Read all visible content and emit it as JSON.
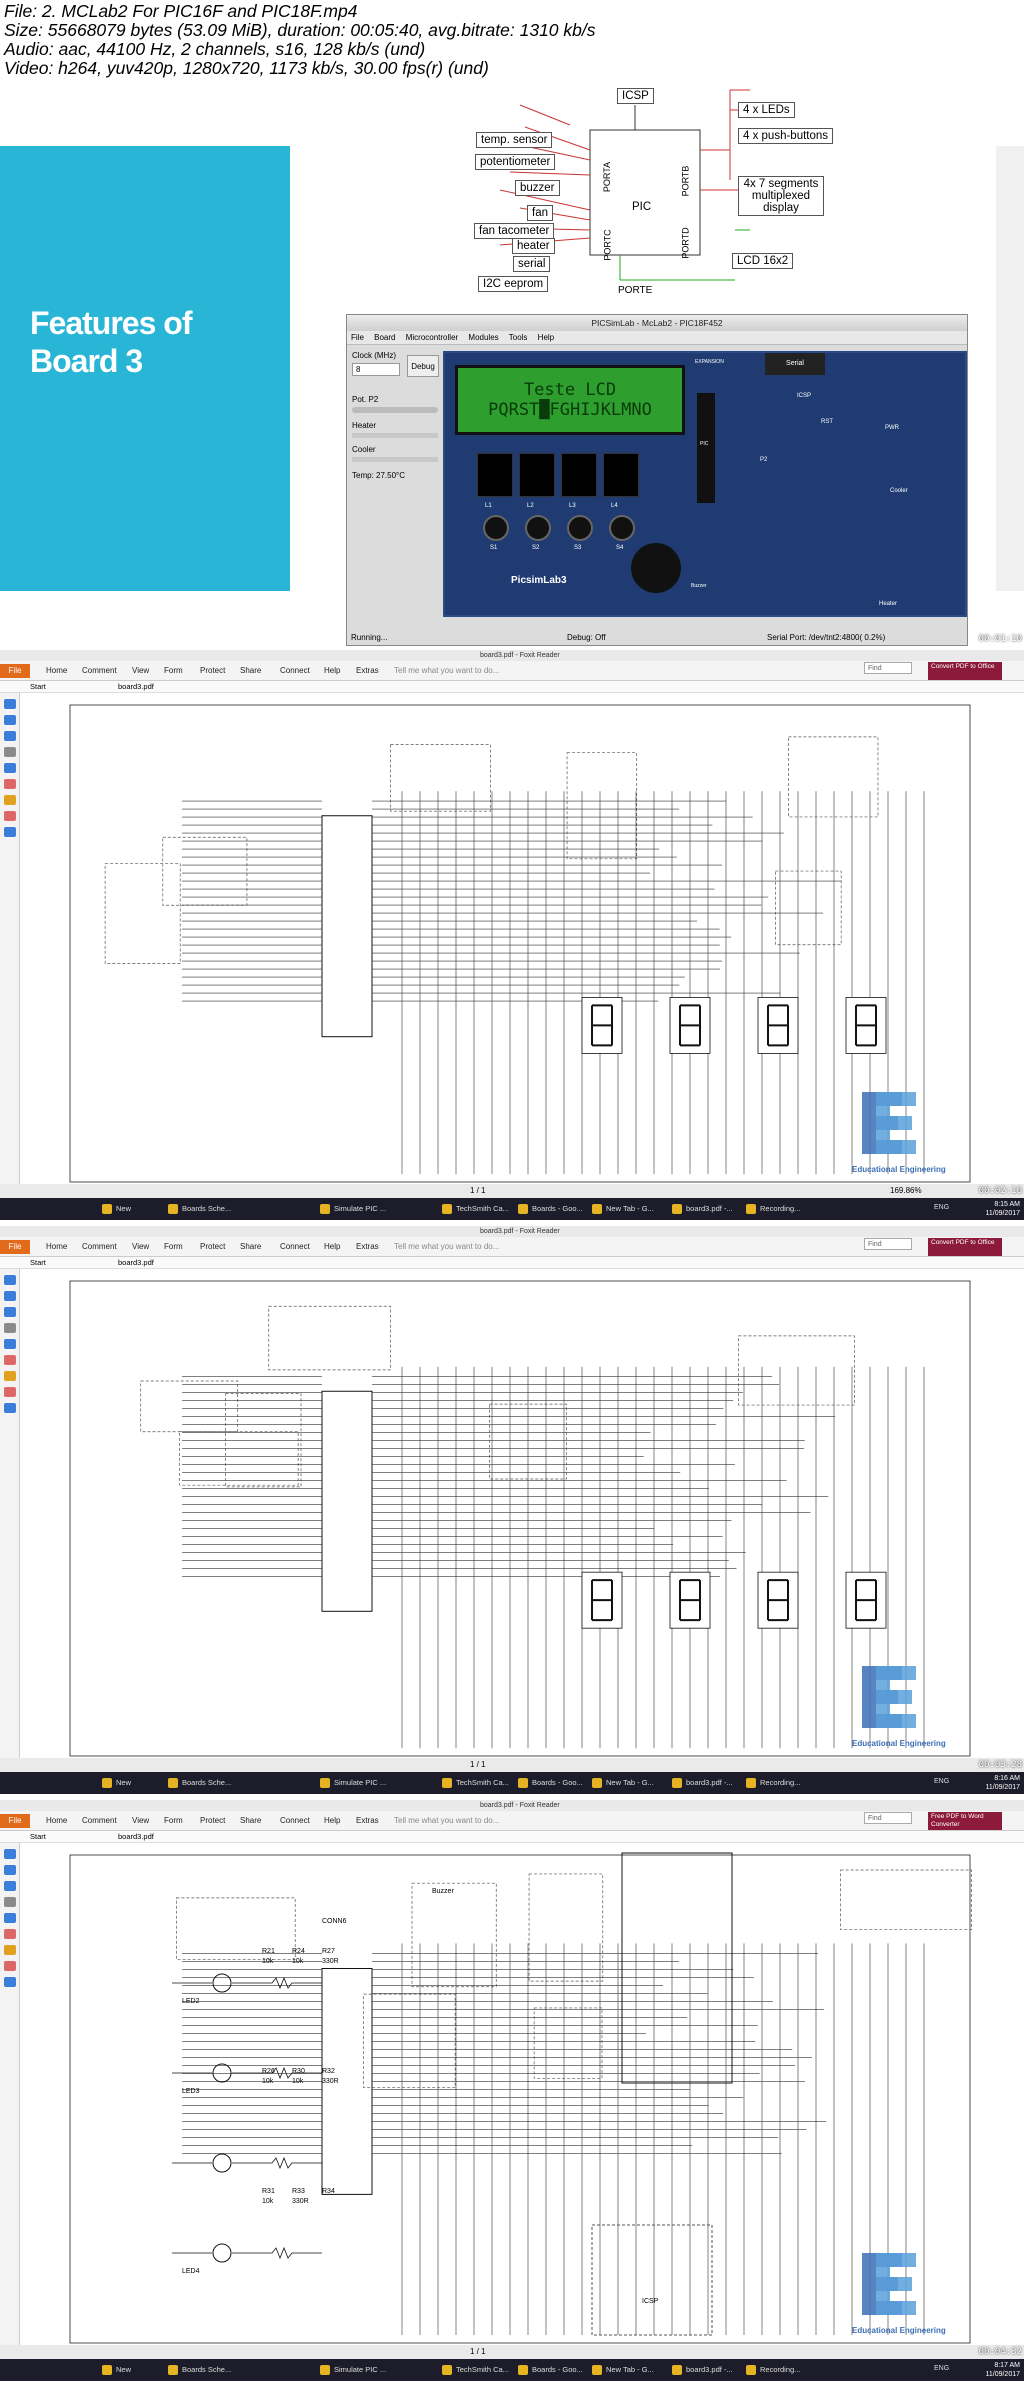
{
  "meta": {
    "line1": "File: 2. MCLab2 For PIC16F and PIC18F.mp4",
    "line2": "Size: 55668079 bytes (53.09 MiB), duration: 00:05:40, avg.bitrate: 1310 kb/s",
    "line3": "Audio: aac, 44100 Hz, 2 channels, s16, 128 kb/s (und)",
    "line4": "Video: h264, yuv420p, 1280x720, 1173 kb/s, 30.00 fps(r) (und)"
  },
  "slide": {
    "title_line1": "Features of",
    "title_line2": "Board 3",
    "diagram": {
      "icsp": "ICSP",
      "pic": "PIC",
      "porta": "PORTA",
      "portb": "PORTB",
      "portc": "PORTC",
      "portd": "PORTD",
      "porte": "PORTE",
      "left_items": [
        "temp. sensor",
        "potentiometer",
        "buzzer",
        "fan",
        "fan tacometer",
        "heater",
        "serial",
        "I2C eeprom"
      ],
      "right_items": [
        "4 x LEDs",
        "4 x push-buttons",
        "4x 7 segments multiplexed display",
        "LCD 16x2"
      ]
    },
    "simulator": {
      "title": "PICSimLab - McLab2 - PIC18F452",
      "menu": [
        "File",
        "Board",
        "Microcontroller",
        "Modules",
        "Tools",
        "Help"
      ],
      "clock_label": "Clock (MHz)",
      "clock_value": "8",
      "debug_button": "Debug",
      "pot_label": "Pot. P2",
      "heater_label": "Heater",
      "cooler_label": "Cooler",
      "temp": "Temp: 27.50°C",
      "status_left": "Running...",
      "status_mid": "Debug: Off",
      "status_right": "Serial Port: /dev/tnt2:4800( 0.2%)",
      "lcd_line1": "Teste LCD",
      "lcd_line2": "PQRST█FGHIJKLMNO",
      "board_label": "PicsimLab3",
      "expansion": "EXPANSION",
      "serial": "Serial",
      "icsp": "ICSP",
      "rst": "RST",
      "pwr": "PWR",
      "pic": "PIC",
      "p2": "P2",
      "buzzer": "Buzzer",
      "heater": "Heater",
      "cooler": "Cooler",
      "buttons": [
        "S1",
        "S2",
        "S3",
        "S4"
      ],
      "leds": [
        "L1",
        "L2",
        "L3",
        "L4"
      ],
      "timestamp": "00:01:10"
    }
  },
  "pdf_windows": [
    {
      "title": "board3.pdf - Foxit Reader",
      "ribbon_tabs": [
        "File",
        "Home",
        "Comment",
        "View",
        "Form",
        "Protect",
        "Share",
        "Connect",
        "Help",
        "Extras"
      ],
      "tell_me": "Tell me what you want to do...",
      "doc_tabs": [
        "Start",
        "board3.pdf"
      ],
      "find": "Find",
      "convert": "Convert PDF to Office",
      "page_nav": "1 / 1",
      "zoom": "169.86%",
      "timestamp": "00:02:16",
      "taskbar": [
        "New",
        "Boards Sche...",
        "Simulate PIC ...",
        "TechSmith Ca...",
        "Boards - Goo...",
        "New Tab - G...",
        "board3.pdf -...",
        "Recording..."
      ],
      "clock": "8:15 AM",
      "date": "11/09/2017",
      "lang": "ENG"
    },
    {
      "title": "board3.pdf - Foxit Reader",
      "ribbon_tabs": [
        "File",
        "Home",
        "Comment",
        "View",
        "Form",
        "Protect",
        "Share",
        "Connect",
        "Help",
        "Extras"
      ],
      "tell_me": "Tell me what you want to do...",
      "doc_tabs": [
        "Start",
        "board3.pdf"
      ],
      "find": "Find",
      "convert": "Convert PDF to Office",
      "page_nav": "1 / 1",
      "zoom": "",
      "timestamp": "00:03:28",
      "taskbar": [
        "New",
        "Boards Sche...",
        "Simulate PIC ...",
        "TechSmith Ca...",
        "Boards - Goo...",
        "New Tab - G...",
        "board3.pdf -...",
        "Recording..."
      ],
      "clock": "8:16 AM",
      "date": "11/09/2017",
      "lang": "ENG"
    },
    {
      "title": "board3.pdf - Foxit Reader",
      "ribbon_tabs": [
        "File",
        "Home",
        "Comment",
        "View",
        "Form",
        "Protect",
        "Share",
        "Connect",
        "Help",
        "Extras"
      ],
      "tell_me": "Tell me what you want to do...",
      "doc_tabs": [
        "Start",
        "board3.pdf"
      ],
      "find": "Find",
      "convert": "Free PDF to Word Converter",
      "page_nav": "1 / 1",
      "zoom": "",
      "timestamp": "00:04:32",
      "taskbar": [
        "New",
        "Boards Sche...",
        "Simulate PIC ...",
        "TechSmith Ca...",
        "Boards - Goo...",
        "New Tab - G...",
        "board3.pdf -...",
        "Recording..."
      ],
      "clock": "8:17 AM",
      "date": "11/09/2017",
      "lang": "ENG"
    }
  ],
  "schematic_labels": {
    "icsp": "ICSP",
    "conn": "CONN6",
    "buzzer": "Buzzer",
    "led2": "LED2",
    "led3": "LED3",
    "led4": "LED4",
    "r": [
      "R21",
      "R24",
      "R27",
      "R26",
      "R30",
      "R32",
      "R31",
      "R33",
      "R34"
    ],
    "vals": [
      "10k",
      "10k",
      "330R",
      "10k",
      "10k",
      "330R",
      "10k",
      "330R"
    ]
  },
  "watermark": "Educational Engineering"
}
